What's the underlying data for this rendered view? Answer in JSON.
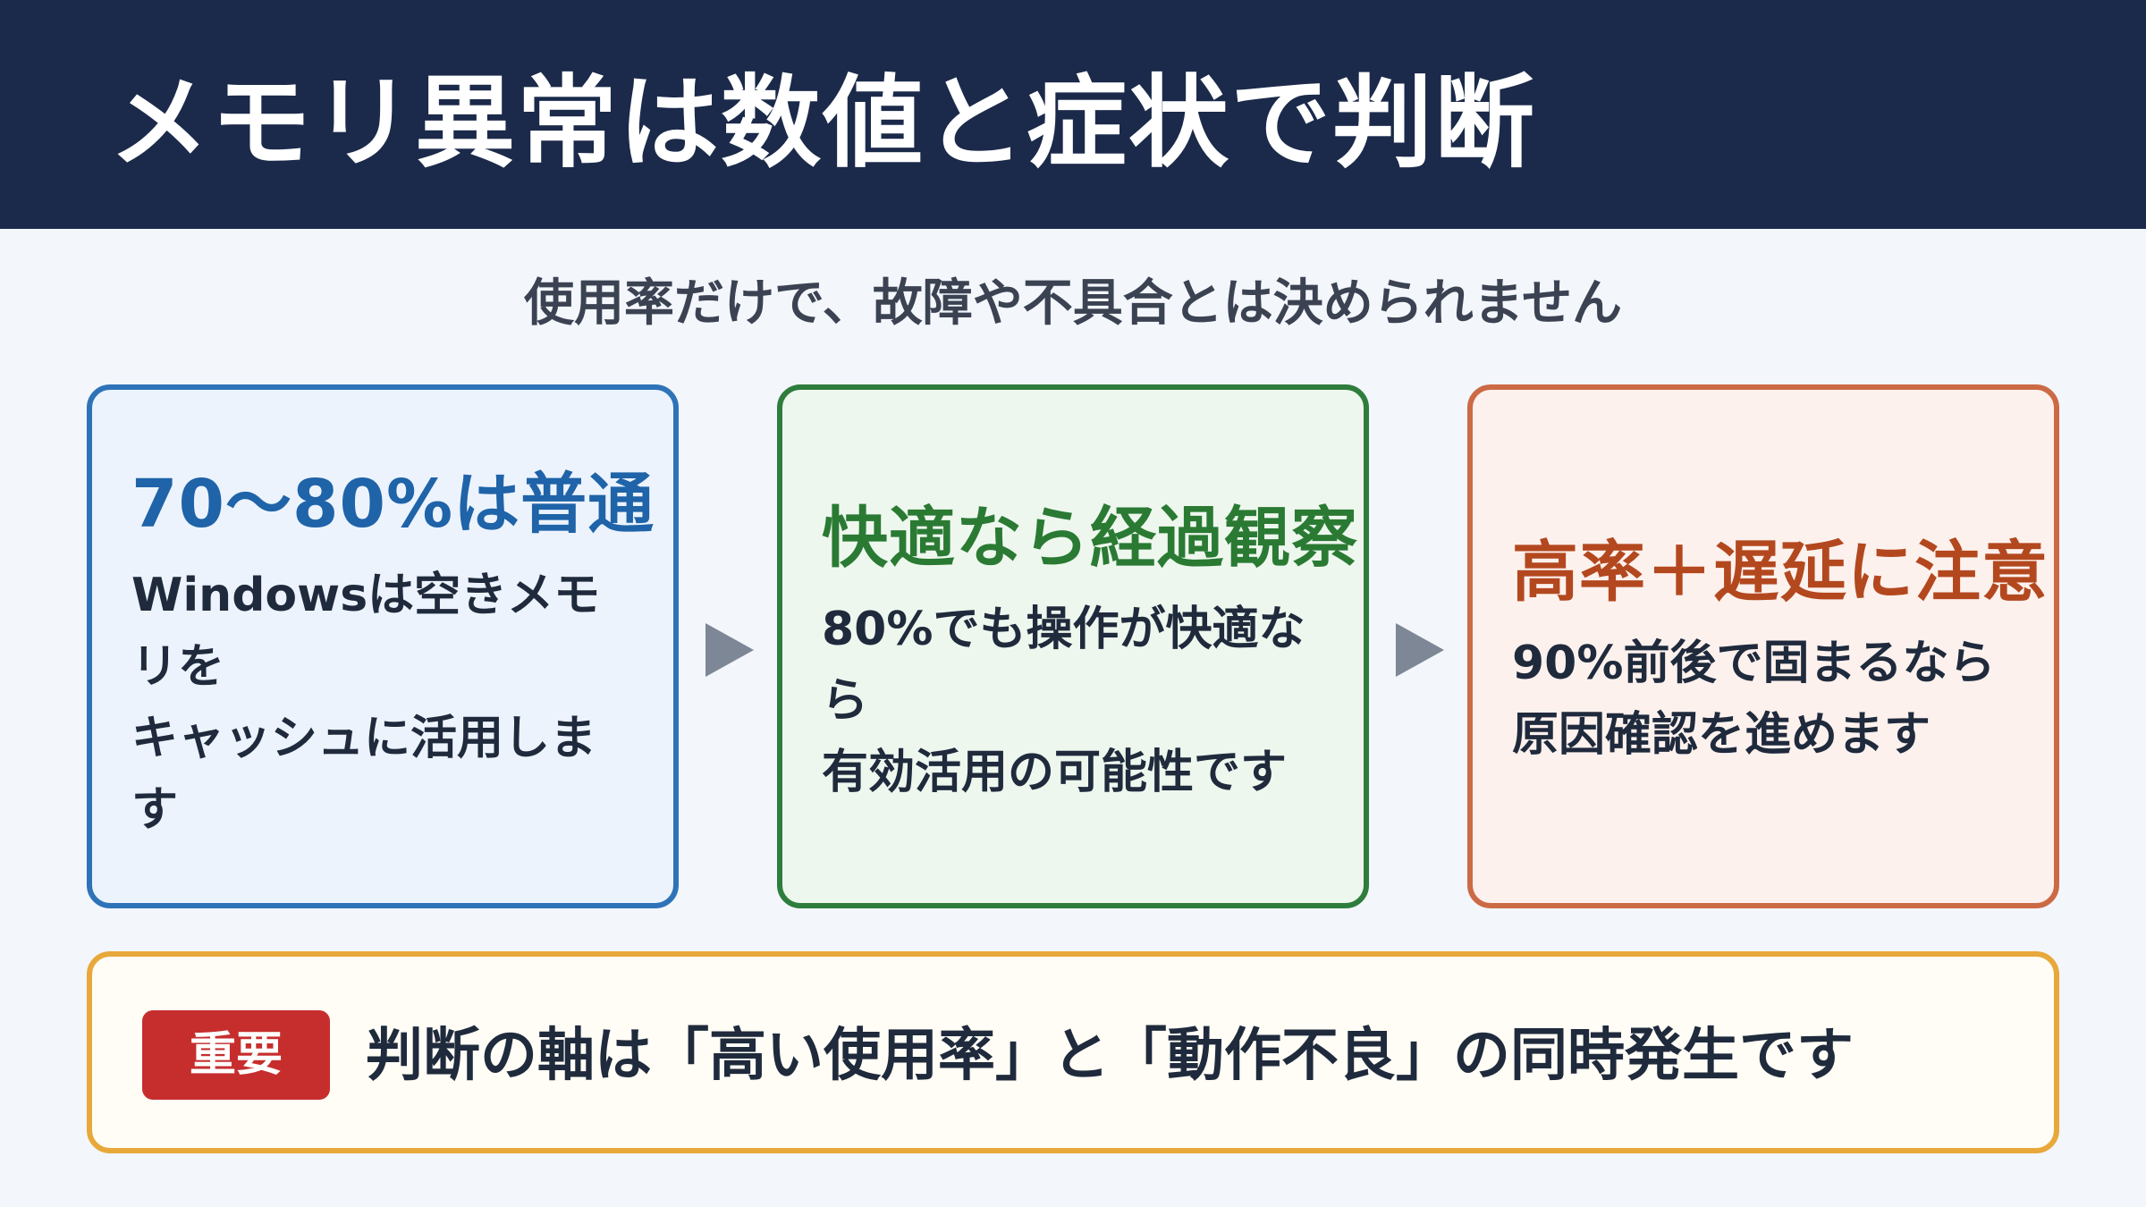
{
  "header": {
    "title": "メモリ異常は数値と症状で判断"
  },
  "subtitle": "使用率だけで、故障や不具合とは決められません",
  "cards": [
    {
      "heading": "70〜80%は普通",
      "body": "Windowsは空きメモリを\nキャッシュに活用します",
      "color": "#2e73b8"
    },
    {
      "heading": "快適なら経過観察",
      "body": "80%でも操作が快適なら\n有効活用の可能性です",
      "color": "#2e7d3d"
    },
    {
      "heading": "高率＋遅延に注意",
      "body": "90%前後で固まるなら\n原因確認を進めます",
      "color": "#cc6a45"
    }
  ],
  "note": {
    "badge": "重要",
    "text": "判断の軸は「高い使用率」と「動作不良」の同時発生です",
    "border_color": "#e8a83a",
    "badge_color": "#c62e2e"
  },
  "icons": {
    "arrow": "arrow-right-icon"
  }
}
